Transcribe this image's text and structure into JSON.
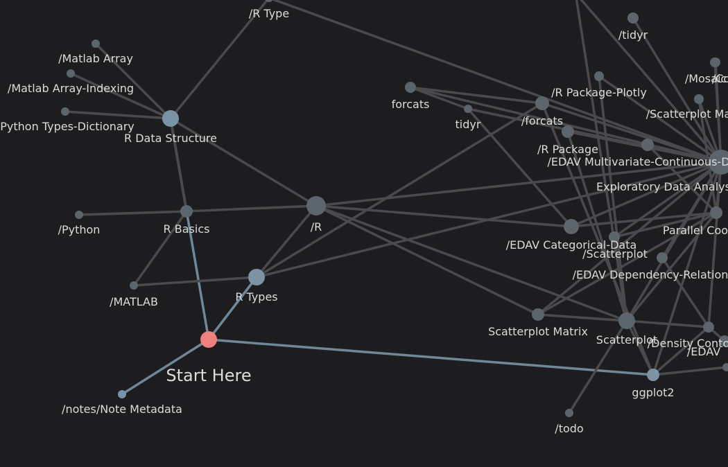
{
  "graph": {
    "colors": {
      "background": "#1d1d1f",
      "edge": "#4a4a4d",
      "edge_highlight": "#6e8799",
      "node": "#5d656c",
      "node_highlight": "#7c93a6",
      "current": "#f08080",
      "label": "#dcdcdc"
    },
    "current_node": "start",
    "nodes": [
      {
        "id": "rtype",
        "label": "/R Type"
      },
      {
        "id": "matlab_array",
        "label": "/Matlab Array"
      },
      {
        "id": "matlab_idx",
        "label": "/Matlab Array-Indexing"
      },
      {
        "id": "py_dict",
        "label": "Python Types-Dictionary"
      },
      {
        "id": "rds",
        "label": "R Data Structure"
      },
      {
        "id": "python",
        "label": "/Python"
      },
      {
        "id": "rbasics",
        "label": "R Basics"
      },
      {
        "id": "r",
        "label": "/R"
      },
      {
        "id": "matlab",
        "label": "/MATLAB"
      },
      {
        "id": "rtypes",
        "label": "R Types"
      },
      {
        "id": "start",
        "label": "Start Here"
      },
      {
        "id": "notemeta",
        "label": "/notes/Note Metadata"
      },
      {
        "id": "forcats1",
        "label": "forcats"
      },
      {
        "id": "tidyr1",
        "label": "tidyr"
      },
      {
        "id": "forcats2",
        "label": "/forcats"
      },
      {
        "id": "rpkgplotly",
        "label": "/R Package-Plotly"
      },
      {
        "id": "tidyr2",
        "label": "/tidyr"
      },
      {
        "id": "rpkg",
        "label": "/R Package"
      },
      {
        "id": "edav_multi",
        "label": "/EDAV Multivariate-Continuous-D"
      },
      {
        "id": "mosaic",
        "label": "/Mosaic"
      },
      {
        "id": "co",
        "label": "/Co"
      },
      {
        "id": "scatter_ma",
        "label": "/Scatterplot Ma"
      },
      {
        "id": "eda",
        "label": "Exploratory Data Analys"
      },
      {
        "id": "parallel",
        "label": "Parallel Coo"
      },
      {
        "id": "edav_cat",
        "label": "/EDAV Categorical-Data"
      },
      {
        "id": "scatter2",
        "label": "/Scatterplot"
      },
      {
        "id": "edav_dep",
        "label": "/EDAV Dependency-Relation"
      },
      {
        "id": "scatter_matrix",
        "label": "Scatterplot Matrix"
      },
      {
        "id": "scatterplot",
        "label": "Scatterplot"
      },
      {
        "id": "density",
        "label": "/Density Conto"
      },
      {
        "id": "edav2",
        "label": "/EDAV"
      },
      {
        "id": "ggplot2",
        "label": "ggplot2"
      },
      {
        "id": "todo",
        "label": "/todo"
      },
      {
        "id": "extra1",
        "label": ""
      },
      {
        "id": "extra2",
        "label": ""
      }
    ],
    "edges": [
      [
        "start",
        "rds"
      ],
      [
        "start",
        "rtypes"
      ],
      [
        "start",
        "notemeta"
      ],
      [
        "start",
        "ggplot2"
      ],
      [
        "rds",
        "matlab_array"
      ],
      [
        "rds",
        "matlab_idx"
      ],
      [
        "rds",
        "py_dict"
      ],
      [
        "rds",
        "rtype"
      ],
      [
        "rds",
        "r"
      ],
      [
        "rds",
        "rbasics"
      ],
      [
        "rbasics",
        "python"
      ],
      [
        "rbasics",
        "matlab"
      ],
      [
        "rbasics",
        "r"
      ],
      [
        "rtypes",
        "r"
      ],
      [
        "rtypes",
        "matlab"
      ],
      [
        "rtypes",
        "forcats2"
      ],
      [
        "rtypes",
        "eda"
      ],
      [
        "r",
        "eda"
      ],
      [
        "r",
        "edav_cat"
      ],
      [
        "r",
        "scatterplot"
      ],
      [
        "r",
        "scatter_matrix"
      ],
      [
        "rtype",
        "eda"
      ],
      [
        "forcats1",
        "forcats2"
      ],
      [
        "forcats1",
        "eda"
      ],
      [
        "forcats1",
        "tidyr1"
      ],
      [
        "tidyr1",
        "edav_cat"
      ],
      [
        "tidyr1",
        "eda"
      ],
      [
        "forcats2",
        "eda"
      ],
      [
        "forcats2",
        "ggplot2"
      ],
      [
        "rpkgplotly",
        "eda"
      ],
      [
        "rpkg",
        "eda"
      ],
      [
        "edav_multi",
        "eda"
      ],
      [
        "tidyr2",
        "eda"
      ],
      [
        "mosaic",
        "eda"
      ],
      [
        "scatter_ma",
        "eda"
      ],
      [
        "co",
        "eda"
      ],
      [
        "scatter2",
        "eda"
      ],
      [
        "edav_cat",
        "eda"
      ],
      [
        "edav_cat",
        "parallel"
      ],
      [
        "scatterplot",
        "parallel"
      ],
      [
        "scatterplot",
        "todo"
      ],
      [
        "scatterplot",
        "eda"
      ],
      [
        "scatterplot",
        "density"
      ],
      [
        "scatterplot",
        "rpkg"
      ],
      [
        "scatterplot",
        "extra1"
      ],
      [
        "scatter_matrix",
        "scatterplot"
      ],
      [
        "scatter_matrix",
        "eda"
      ],
      [
        "scatter_matrix",
        "parallel"
      ],
      [
        "edav_dep",
        "eda"
      ],
      [
        "edav_dep",
        "density"
      ],
      [
        "ggplot2",
        "density"
      ],
      [
        "ggplot2",
        "eda"
      ],
      [
        "ggplot2",
        "extra2"
      ],
      [
        "ggplot2",
        "scatterplot"
      ],
      [
        "density",
        "eda"
      ],
      [
        "density",
        "edav2"
      ],
      [
        "parallel",
        "eda"
      ],
      [
        "extra1",
        "eda"
      ],
      [
        "edav_multi",
        "parallel"
      ],
      [
        "scatter2",
        "parallel"
      ],
      [
        "scatter_ma",
        "parallel"
      ],
      [
        "rpkgplotly",
        "scatterplot"
      ]
    ]
  }
}
